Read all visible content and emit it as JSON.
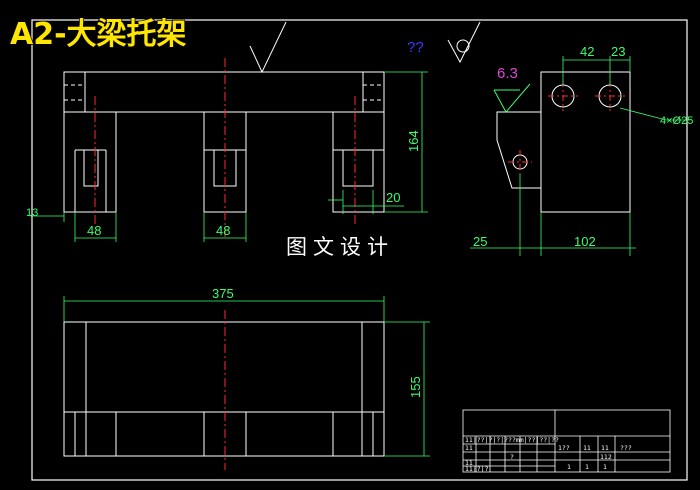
{
  "title": "A2-大梁托架",
  "watermark": "图文设计",
  "surface_note": "??",
  "roughness": "6.3",
  "dims": {
    "d13": "13",
    "d48a": "48",
    "d48b": "48",
    "d164": "164",
    "d20": "20",
    "d375": "375",
    "d155": "155",
    "d42": "42",
    "d23": "23",
    "d25": "25",
    "d102": "102",
    "holes": "4×Ø25"
  },
  "title_block": {
    "r1": "11|??|?|?|???mm|??|??|??",
    "r2": "11",
    "r3": "11",
    "r4": "11|?|?",
    "c1": "1??",
    "c2": "11",
    "c3": "11",
    "c4": "???",
    "c5": "112",
    "c6": "1",
    "c7": "1",
    "c8": "1",
    "c9": "?"
  },
  "colors": {
    "outline": "#ffffff",
    "dimension": "#39ff6a",
    "centerline": "#ff2a2a",
    "title": "#ffe600",
    "note": "#3a3aff",
    "roughness": "#d64bd6"
  }
}
